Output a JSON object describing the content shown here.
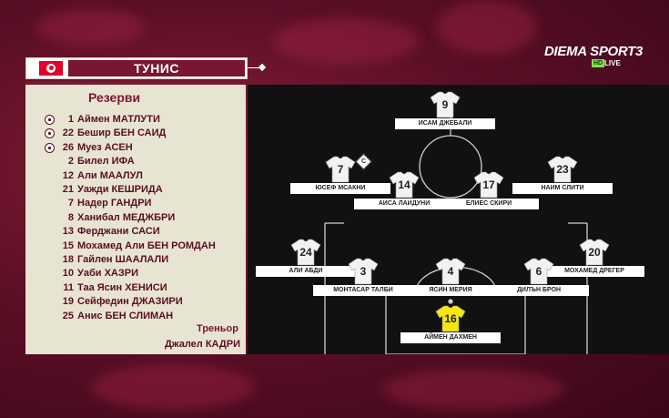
{
  "broadcaster": {
    "logo_text": "DIEMA SPORT3",
    "hd": "HD",
    "live": "LIVE"
  },
  "team": {
    "name": "ТУНИС"
  },
  "reserves": {
    "title": "Резерви",
    "players": [
      {
        "num": "1",
        "name": "Аймен МАТЛУТИ",
        "icon": "ball-icon"
      },
      {
        "num": "22",
        "name": "Бешир БЕН САИД",
        "icon": "ball-icon"
      },
      {
        "num": "26",
        "name": "Муез АСЕН",
        "icon": "ball-icon"
      },
      {
        "num": "2",
        "name": "Билел ИФА"
      },
      {
        "num": "12",
        "name": "Али МААЛУЛ"
      },
      {
        "num": "21",
        "name": "Уажди КЕШРИДА"
      },
      {
        "num": "7",
        "name": "Надер ГАНДРИ"
      },
      {
        "num": "8",
        "name": "Ханибал МЕДЖБРИ"
      },
      {
        "num": "13",
        "name": "Ферджани САСИ"
      },
      {
        "num": "15",
        "name": "Мохамед Али БЕН РОМДАН"
      },
      {
        "num": "18",
        "name": "Гайлен ШААЛАЛИ"
      },
      {
        "num": "10",
        "name": "Уаби ХАЗРИ"
      },
      {
        "num": "11",
        "name": "Таа Ясин ХЕНИСИ"
      },
      {
        "num": "19",
        "name": "Сейфедин ДЖАЗИРИ"
      },
      {
        "num": "25",
        "name": "Анис БЕН СЛИМАН"
      }
    ],
    "coach_label": "Треньор",
    "coach_name": "Джалел КАДРИ"
  },
  "lineup": [
    {
      "num": "9",
      "name": "ИСАМ ДЖЕБАЛИ",
      "kit": "white"
    },
    {
      "num": "7",
      "name": "ЮСЕФ МСАКНИ",
      "kit": "white",
      "captain": "C"
    },
    {
      "num": "23",
      "name": "НАИМ СЛИТИ",
      "kit": "white"
    },
    {
      "num": "14",
      "name": "АИСА ЛАИДУНИ",
      "kit": "white"
    },
    {
      "num": "17",
      "name": "ЕЛИЕС СКИРИ",
      "kit": "white"
    },
    {
      "num": "24",
      "name": "АЛИ АБДИ",
      "kit": "white"
    },
    {
      "num": "20",
      "name": "МОХАМЕД ДРЕГЕР",
      "kit": "white"
    },
    {
      "num": "3",
      "name": "МОНТАСАР ТАЛБИ",
      "kit": "white"
    },
    {
      "num": "4",
      "name": "ЯСИН МЕРИЯ",
      "kit": "white"
    },
    {
      "num": "6",
      "name": "ДИЛЪН БРОН",
      "kit": "white"
    },
    {
      "num": "16",
      "name": "АЙМЕН ДАХМЕН",
      "kit": "yellow"
    }
  ],
  "colors": {
    "accent": "#7a1632",
    "panel": "#e8e4d2",
    "gk_kit": "#f5e614",
    "outfield_kit": "#f2f2f2"
  }
}
